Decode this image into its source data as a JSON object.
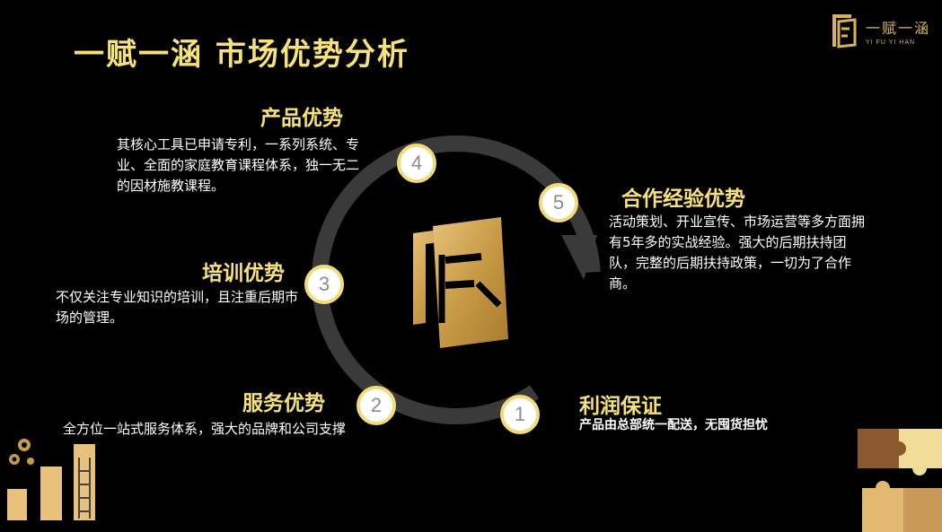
{
  "title": "一赋一涵  市场优势分析",
  "brand": {
    "name": "一赋一涵",
    "pinyin": "YI  FU  YI HAN",
    "icon": "brand-logo-icon"
  },
  "center_icon": "brand-emblem-icon",
  "items": [
    {
      "number": "1",
      "heading": "利润保证",
      "text": "产品由总部统一配送，无囤货担忧"
    },
    {
      "number": "2",
      "heading": "服务优势",
      "text": "全方位一站式服务体系，强大的品牌和公司支撑"
    },
    {
      "number": "3",
      "heading": "培训优势",
      "text": "不仅关注专业知识的培训，且注重后期市场的管理。"
    },
    {
      "number": "4",
      "heading": "产品优势",
      "text": "其核心工具已申请专利，一系列系统、专业、全面的家庭教育课程体系，独一无二的因材施教课程。"
    },
    {
      "number": "5",
      "heading": "合作经验优势",
      "text": "活动策划、开业宣传、市场运营等多方面拥有5年多的实战经验。强大的后期扶持团队，完整的后期扶持政策，一切为了合作商。"
    }
  ],
  "colors": {
    "background": "#000000",
    "title": "#f7e27a",
    "ring": "#3a3a3a",
    "node_border": "#f2dc7a",
    "gold": "#d6a64a"
  }
}
